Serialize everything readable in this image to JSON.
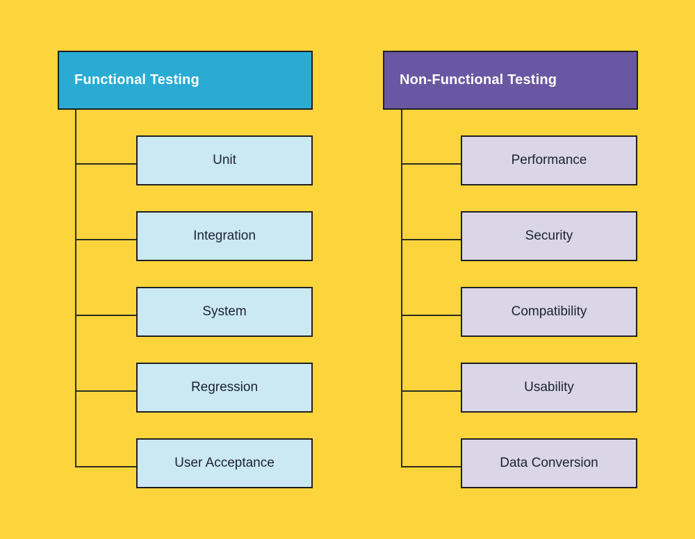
{
  "canvas": {
    "background_color": "#FCD53D",
    "box_border_color": "#1F1F1F",
    "connector_line_color": "#2B2B20"
  },
  "left_tree": {
    "header": {
      "label": "Functional Testing",
      "fill": "#29ABD4",
      "text_color": "#FFFFFF"
    },
    "child_fill": "#CBE9F3",
    "child_text_color": "#1B2130",
    "children": [
      {
        "label": "Unit"
      },
      {
        "label": "Integration"
      },
      {
        "label": "System"
      },
      {
        "label": "Regression"
      },
      {
        "label": "User Acceptance"
      }
    ]
  },
  "right_tree": {
    "header": {
      "label": "Non-Functional Testing",
      "fill": "#6A57A3",
      "text_color": "#FFFFFF"
    },
    "child_fill": "#DAD6E7",
    "child_text_color": "#1B2130",
    "children": [
      {
        "label": "Performance"
      },
      {
        "label": "Security"
      },
      {
        "label": "Compatibility"
      },
      {
        "label": "Usability"
      },
      {
        "label": "Data Conversion"
      }
    ]
  }
}
